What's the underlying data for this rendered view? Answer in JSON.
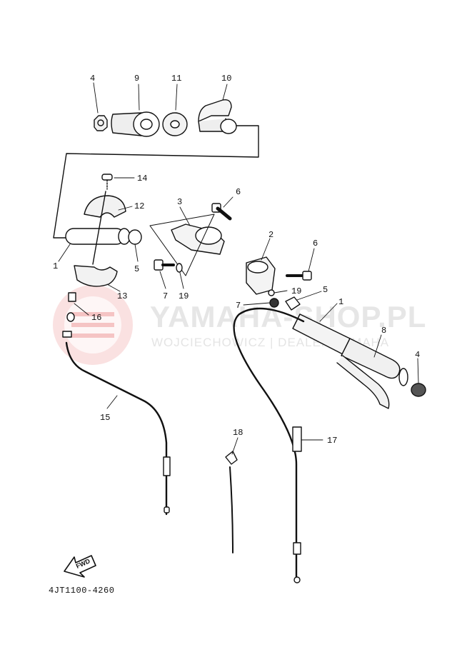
{
  "watermark": {
    "title": "YAMAHA-SHOP.PL",
    "subtitle": "WOJCIECHOWICZ | DEALER YAMAHA"
  },
  "doc_code": "4JT1100-4260",
  "fwd_label": "FWD",
  "callouts": {
    "p4a": "4",
    "p9": "9",
    "p11": "11",
    "p10": "10",
    "p14": "14",
    "p12": "12",
    "p3": "3",
    "p6a": "6",
    "p1a": "1",
    "p5a": "5",
    "p13": "13",
    "p7a": "7",
    "p19a": "19",
    "p16": "16",
    "p2": "2",
    "p6b": "6",
    "p19b": "19",
    "p5b": "5",
    "p7b": "7",
    "p1b": "1",
    "p8": "8",
    "p4b": "4",
    "p15": "15",
    "p18": "18",
    "p17": "17"
  },
  "colors": {
    "ink": "#111111",
    "logo": "#f2b8b8",
    "watermark": "#e6e6e6"
  }
}
